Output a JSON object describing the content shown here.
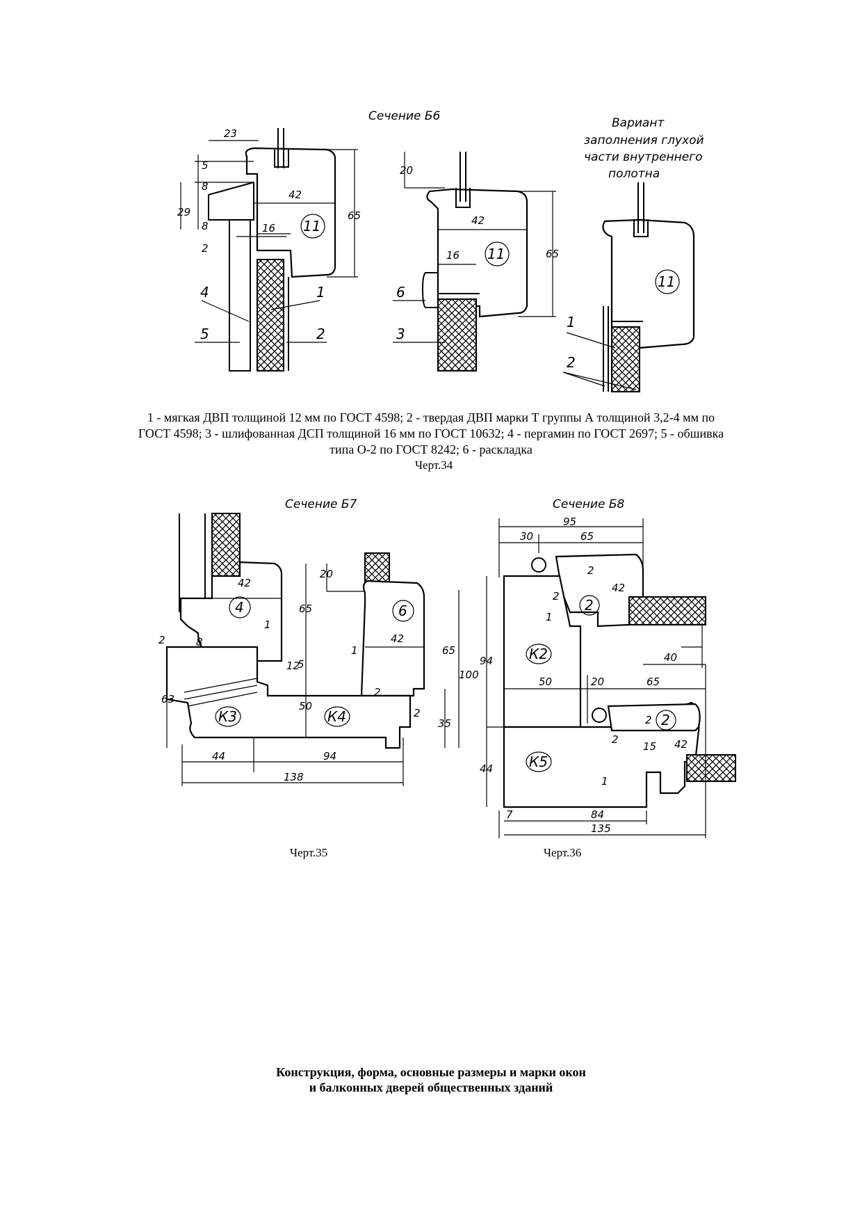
{
  "figure34": {
    "section_title": "Сечение Б6",
    "variant_title": [
      "Вариант",
      "заполнения глухой",
      "части внутреннего",
      "полотна"
    ],
    "dims": {
      "d23": "23",
      "d5": "5",
      "d8a": "8",
      "d29": "29",
      "d8b": "8",
      "d2": "2",
      "d42": "42",
      "d16": "16",
      "d65": "65",
      "d20": "20",
      "d42b": "42",
      "d16b": "16",
      "d65b": "65"
    },
    "marks": {
      "m11a": "11",
      "m11b": "11",
      "m11c": "11"
    },
    "leaders": {
      "l1": "1",
      "l2": "2",
      "l3": "3",
      "l4": "4",
      "l5": "5",
      "l6": "6",
      "l1b": "1",
      "l2b": "2"
    },
    "caption": "1 - мягкая ДВП толщиной 12 мм по ГОСТ 4598; 2 - твердая ДВП марки Т группы А толщиной 3,2-4 мм по ГОСТ 4598; 3 - шлифованная ДСП толщиной 16 мм по ГОСТ 10632; 4 - пергамин по ГОСТ 2697; 5 - обшивка типа О-2 по ГОСТ 8242; 6 - раскладка",
    "label": "Черт.34"
  },
  "figure35": {
    "section_title": "Сечение Б7",
    "dims": {
      "d42": "42",
      "d20": "20",
      "d65": "65",
      "d1": "1",
      "d2": "2",
      "d8": "8",
      "d12": "12",
      "d5": "5",
      "d42b": "42",
      "d65b": "65",
      "d100": "100",
      "d1b": "1",
      "d2b": "2",
      "d50": "50",
      "d2c": "2",
      "d35": "35",
      "d63": "63",
      "d44": "44",
      "d94": "94",
      "d138": "138"
    },
    "marks": {
      "m4": "4",
      "m6": "6",
      "mK3": "К3",
      "mK4": "К4"
    },
    "label": "Черт.35"
  },
  "figure36": {
    "section_title": "Сечение Б8",
    "dims": {
      "d95": "95",
      "d30": "30",
      "d65": "65",
      "d2": "2",
      "d2b": "2",
      "d42": "42",
      "d1": "1",
      "d40": "40",
      "d94": "94",
      "d50": "50",
      "d20": "20",
      "d65b": "65",
      "d2c": "2",
      "d2d": "2",
      "d15": "15",
      "d42b": "42",
      "d44": "44",
      "d1b": "1",
      "d7": "7",
      "d84": "84",
      "d135": "135"
    },
    "marks": {
      "m2a": "2",
      "m2b": "2",
      "mK2": "К2",
      "mK5": "К5"
    },
    "label": "Черт.36"
  },
  "heading": [
    "Конструкция, форма, основные размеры и марки окон",
    "и балконных дверей общественных зданий"
  ]
}
